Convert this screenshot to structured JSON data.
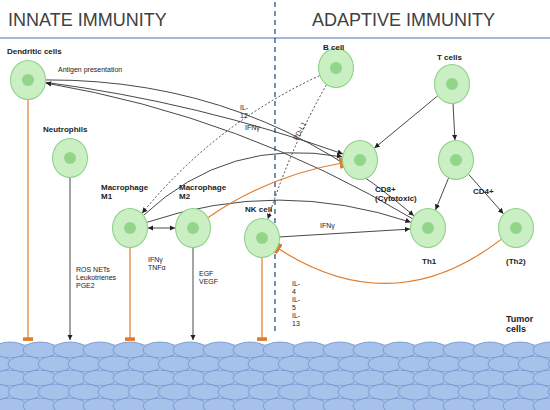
{
  "diagram": {
    "nodes": [
      {
        "text": [
          "Dendritic cells"
        ]
      },
      {
        "text": [
          "B cell"
        ]
      },
      {
        "text": [
          "T cells"
        ]
      },
      {
        "text": [
          "CD8+ (Cytotoxic)"
        ]
      },
      {
        "text": [
          "CD4+"
        ]
      },
      {
        "text": [
          "Neutrophils"
        ]
      },
      {
        "text": [
          "Macrophage M1"
        ]
      },
      {
        "text": [
          "Macrophage M2"
        ]
      },
      {
        "text": [
          "NK cell"
        ]
      },
      {
        "text": [
          "Th1"
        ]
      },
      {
        "text": [
          "(Th2)"
        ]
      },
      {
        "text": [
          "Tumor cells"
        ]
      }
    ],
    "edges": [
      {
        "from": 0,
        "to": 3,
        "arrow": "to",
        "label": "Antigen presentation"
      },
      {
        "from": 0,
        "to": 9,
        "arrow": "to",
        "label": "IL-12"
      },
      {
        "from": 9,
        "to": 0,
        "arrow": "to",
        "label": "IFNγ"
      },
      {
        "from": 1,
        "to": 6,
        "arrow": "to"
      },
      {
        "from": 1,
        "to": 8,
        "arrow": "to"
      },
      {
        "from": 2,
        "to": 3,
        "arrow": "to"
      },
      {
        "from": 2,
        "to": 4,
        "arrow": "to"
      },
      {
        "from": 4,
        "to": 9,
        "arrow": "to"
      },
      {
        "from": 4,
        "to": 10,
        "arrow": "to"
      },
      {
        "from": 6,
        "to": 3,
        "arrow": "to"
      },
      {
        "from": 6,
        "to": 9,
        "arrow": "to"
      },
      {
        "from": 6,
        "to": 7,
        "arrow": "both",
        "label": "IFNγ TNFα"
      },
      {
        "from": 7,
        "to": 3,
        "arrow": "to",
        "label": "PD-L1"
      },
      {
        "from": 8,
        "to": 9,
        "arrow": "to",
        "label": "IFNγ"
      },
      {
        "from": 10,
        "to": 8,
        "arrow": "to",
        "label": "IL-4 IL-5 IL-13"
      },
      {
        "from": 5,
        "to": 11,
        "arrow": "to",
        "label": "ROS NETs Leukotrienes PGE2"
      },
      {
        "from": 6,
        "to": 11,
        "arrow": "to"
      },
      {
        "from": 7,
        "to": 11,
        "arrow": "to",
        "label": "EGF VEGF"
      },
      {
        "from": 8,
        "to": 11,
        "arrow": "to"
      },
      {
        "from": 0,
        "to": 11,
        "arrow": "to"
      }
    ],
    "labels": [
      "INNATE IMMUNITY",
      "ADAPTIVE IMMUNITY"
    ]
  }
}
